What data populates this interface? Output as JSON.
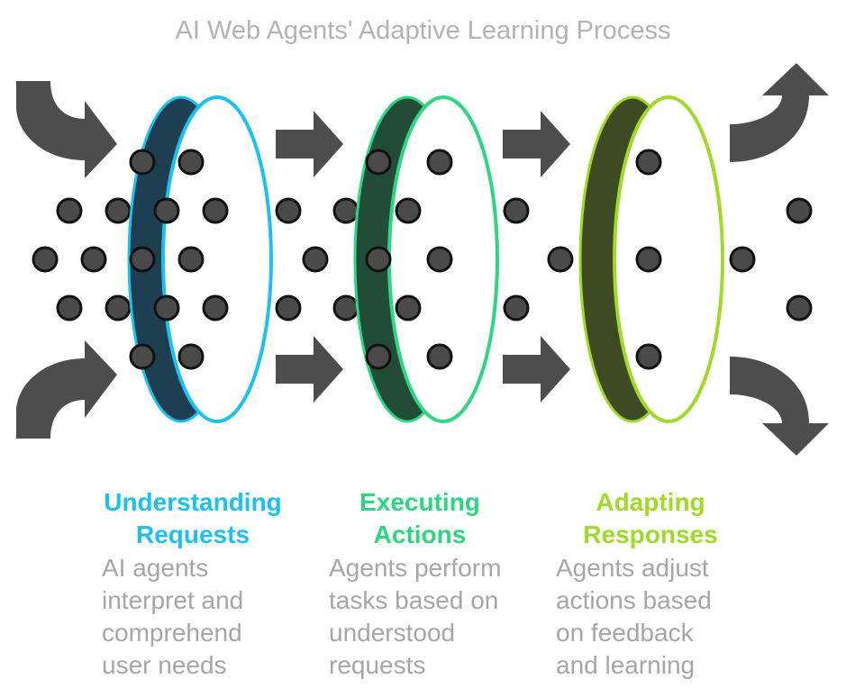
{
  "title": "AI Web Agents' Adaptive Learning Process",
  "colors": {
    "arrow": "#4d4d4d",
    "dot_fill": "#4a4a4a",
    "dot_stroke": "#111111",
    "stage_1": "#1ec0ef",
    "stage_1_fill": "#1d3f51",
    "stage_2": "#2fd682",
    "stage_2_fill": "#224b38",
    "stage_3": "#a0d92a",
    "stage_3_fill": "#3d4a22",
    "description_text": "#a6a6a6",
    "title_text": "#b3b3b3"
  },
  "stages": [
    {
      "title_line1": "Understanding",
      "title_line2": "Requests",
      "description": [
        "AI agents",
        "interpret and",
        "comprehend",
        "user needs"
      ]
    },
    {
      "title_line1": "Executing",
      "title_line2": "Actions",
      "description": [
        "Agents perform",
        "tasks based on",
        "understood",
        "requests"
      ]
    },
    {
      "title_line1": "Adapting",
      "title_line2": "Responses",
      "description": [
        "Agents adjust",
        "actions based",
        "on feedback",
        "and learning"
      ]
    }
  ]
}
